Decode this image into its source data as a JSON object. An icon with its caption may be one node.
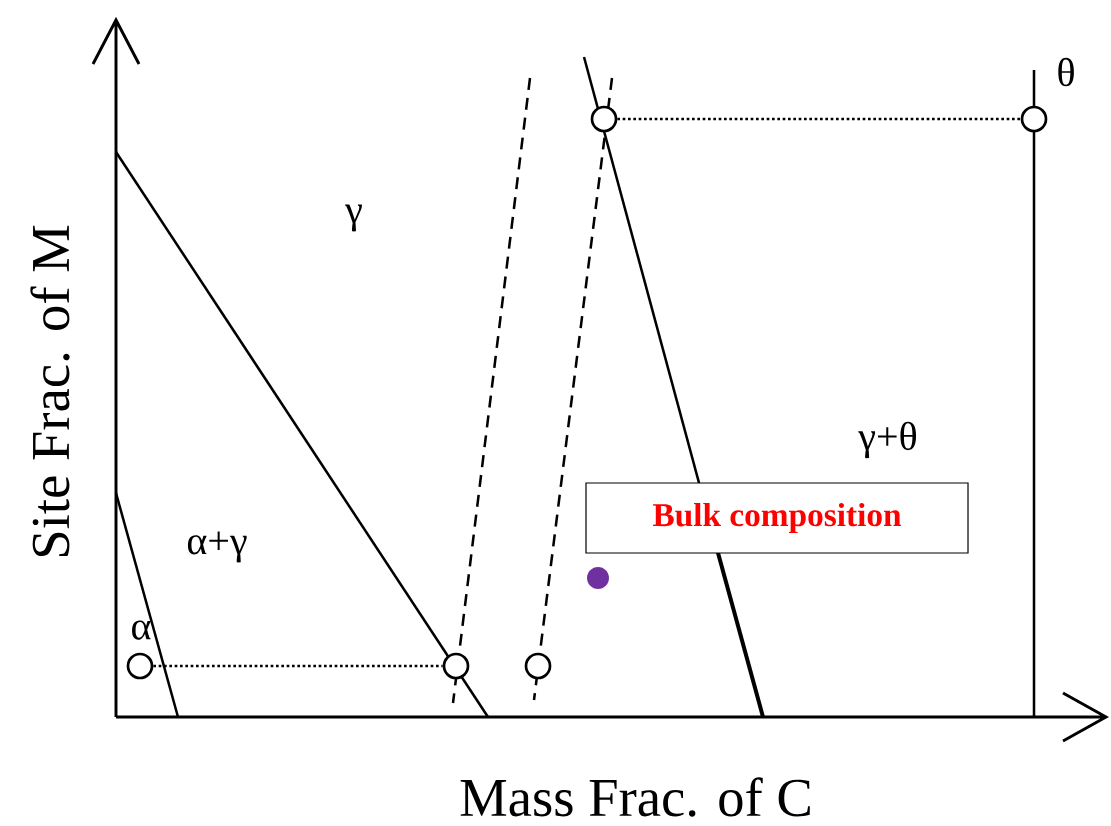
{
  "diagram": {
    "nodes": [
      {
        "text": [],
        "shape": "circle"
      },
      {
        "text": [],
        "shape": "circle"
      },
      {
        "text": [],
        "shape": "circle"
      },
      {
        "text": [],
        "shape": "circle"
      },
      {
        "text": [],
        "shape": "circle"
      },
      {
        "text": [
          "Bulk composition"
        ]
      }
    ],
    "edges": [
      {
        "from": 0,
        "to": 1,
        "arrow": "none"
      },
      {
        "from": 3,
        "to": 4,
        "arrow": "none"
      }
    ],
    "labels": [
      "θ",
      "γ",
      "γ+θ",
      "α+γ",
      "α",
      "Site Frac. of M",
      "Mass Frac. of C"
    ]
  }
}
